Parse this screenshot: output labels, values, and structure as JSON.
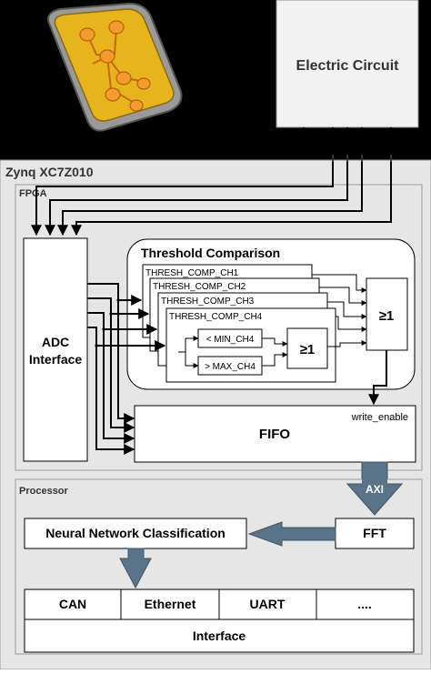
{
  "circuit": {
    "label": "Electric Circuit"
  },
  "chip": {
    "label": "Zynq XC7Z010"
  },
  "fpga": {
    "label": "FPGA",
    "adc": {
      "line1": "ADC",
      "line2": "Interface"
    },
    "threshold": {
      "title": "Threshold Comparison",
      "channels": [
        "THRESH_COMP_CH1",
        "THRESH_COMP_CH2",
        "THRESH_COMP_CH3",
        "THRESH_COMP_CH4"
      ],
      "min_label": "< MIN_CH4",
      "max_label": "> MAX_CH4",
      "or_inner": "≥1",
      "or_outer": "≥1"
    },
    "fifo": {
      "label": "FIFO",
      "write_enable": "write_enable"
    }
  },
  "bus": {
    "label": "AXI"
  },
  "processor": {
    "label": "Processor",
    "nn": "Neural Network Classification",
    "fft": "FFT",
    "interfaces": [
      "CAN",
      "Ethernet",
      "UART",
      "...."
    ],
    "interface_label": "Interface"
  },
  "colors": {
    "background": "#000000",
    "chip_fill": "#e6e6e6",
    "block_fill": "#ffffff",
    "bus_arrow": "#5a7389",
    "sensor_gold": "#e8b41c",
    "sensor_pad": "#f39c2d"
  }
}
